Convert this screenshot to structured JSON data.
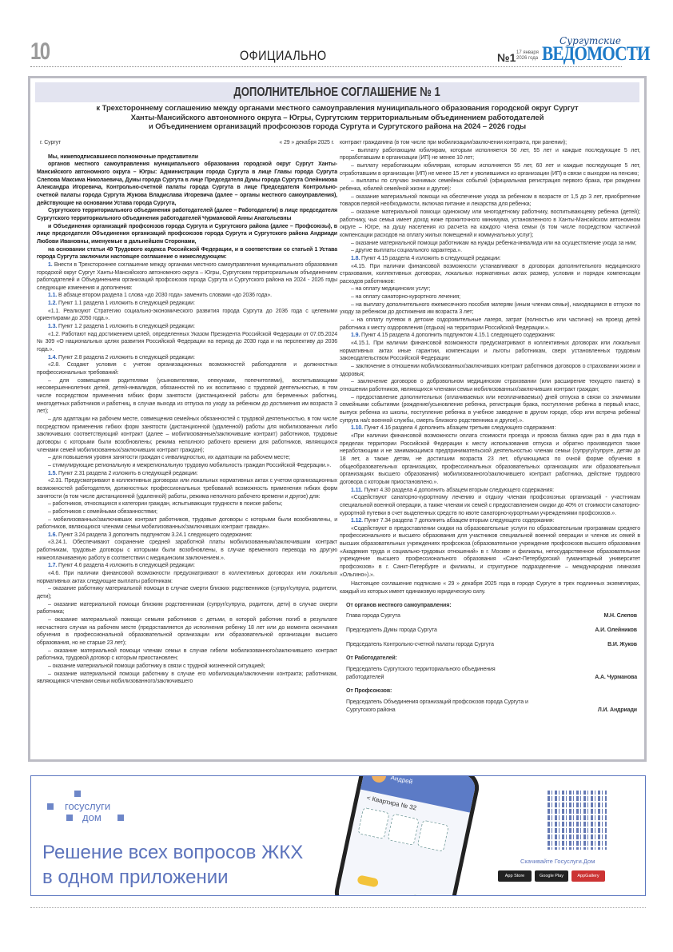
{
  "header": {
    "page_number": "10",
    "section": "ОФИЦИАЛЬНО",
    "issue": "№1",
    "issue_date": "17 января 2026 года",
    "logo_top": "Сургутские",
    "logo_main": "ВЕДОМОСТИ"
  },
  "doc": {
    "title": "ДОПОЛНИТЕЛЬНОЕ СОГЛАШЕНИЕ № 1",
    "subtitle": [
      "к Трехстороннему соглашению между органами местного самоуправления муниципального образования городской округ Сургут",
      "Ханты-Мансийского автономного округа – Югры, Сургутским территориальным объединением работодателей",
      "и Объединением организаций профсоюзов города Сургута и Сургутского района на 2024 – 2026 годы"
    ],
    "city": "г. Сургут",
    "date": "« 29 » декабря 2025 г.",
    "left": [
      {
        "t": "b",
        "x": "Мы, нижеподписавшиеся полномочные представители"
      },
      {
        "t": "b",
        "x": "органов местного самоуправления муниципального образования городской округ Сургут Ханты-Мансийского автономного округа – Югры: Администрации города Сургута в лице Главы города Сургута Слепова Максима Николаевича, Думы города Сургута в лице Председателя Думы города Сургута Олейникова Александра Игоревича, Контрольно-счетной палаты города Сургута в лице Председателя Контрольно-счетной палаты города Сургута Жукова Владислава Игоревича (далее – органы местного самоуправления), действующие на основании Устава города Сургута,"
      },
      {
        "t": "b",
        "x": "Сургутского территориального объединения работодателей (далее – Работодатели) в лице председателя Сургутского территориального объединения работодателей Чурмановой Анны Анатольевны"
      },
      {
        "t": "b",
        "x": "и Объединения организаций профсоюзов города Сургута и Сургутского района (далее – Профсоюзы), в лице председателя Объединения организаций профсоюзов города Сургута и Сургутского района Андриади Любови Ивановны, именуемые в дальнейшем Сторонами,"
      },
      {
        "t": "b",
        "x": "на основании статьи 49 Трудового кодекса Российской Федерации, и в соответствии со статьей 1 Устава города Сургута заключили настоящее соглашение о нижеследующем:"
      },
      {
        "t": "n",
        "n": "1.",
        "x": "Внести в Трехстороннее соглашение между органами местного самоуправления муниципального образования городской округ Сургут Ханты-Мансийского автономного округа – Югры, Сургутским территориальным объединением работодателей и Объединением организаций профсоюзов города Сургута и Сургутского района на 2024 - 2026 годы следующие изменения и дополнения:"
      },
      {
        "t": "n",
        "n": "1.1.",
        "x": "В абзаце втором раздела 1 слова «до 2030 года» заменить словами «до 2036 года»."
      },
      {
        "t": "n",
        "n": "1.2.",
        "x": "Пункт 1.1 раздела 1 изложить в следующей редакции:"
      },
      {
        "t": "n",
        "x": "«1.1. Реализуют Стратегию социально-экономического развития города Сургута до 2036 года с целевыми ориентирами до 2050 года.»."
      },
      {
        "t": "n",
        "n": "1.3.",
        "x": "Пункт 1.2 раздела 1 изложить в следующей редакции:"
      },
      {
        "t": "n",
        "x": "«1.2. Работают над достижением целей, определенных Указом Президента Российской Федерации от 07.05.2024 № 309 «О национальных целях развития Российской Федерации на период до 2030 года и на перспективу до 2036 года.»."
      },
      {
        "t": "n",
        "n": "1.4.",
        "x": "Пункт 2.8 раздела 2 изложить в следующей редакции:"
      },
      {
        "t": "n",
        "x": "«2.8. Создают условия с учетом организационных возможностей работодателя и должностных профессиональных требований:"
      },
      {
        "t": "n",
        "x": "– для совмещения родителями (усыновителями, опекунами, попечителями), воспитывающими несовершеннолетних детей, детей-инвалидов, обязанностей по их воспитанию с трудовой деятельностью, в том числе посредством применения гибких форм занятости (дистанционной работы для беременных работниц, многодетных работников и работниц, в случае выхода из отпуска по уходу за ребенком до достижения им возраста 3 лет);"
      },
      {
        "t": "n",
        "x": "– для адаптации на рабочем месте, совмещения семейных обязанностей с трудовой деятельностью, в том числе посредством применения гибких форм занятости (дистанционной (удаленной) работы для мобилизованных либо заключивших соответствующий контракт (далее – мобилизованные/заключившие контракт) работников, трудовые договоры с которыми были возобновлены; режима неполного рабочего времени для работников, являющихся членами семей мобилизованных/заключивших контракт граждан);"
      },
      {
        "t": "n",
        "x": "– для повышения уровня занятости граждан с инвалидностью, их адаптации на рабочем месте;"
      },
      {
        "t": "n",
        "x": "– стимулирующие региональную и межрегиональную трудовую мобильность граждан Российской Федерации.»."
      },
      {
        "t": "n",
        "n": "1.5.",
        "x": "Пункт 2.31 раздела 2 изложить в следующей редакции:"
      },
      {
        "t": "n",
        "x": "«2.31. Предусматривают в коллективных договорах или локальных нормативных актах с учетом организационных возможностей работодателя, должностных профессиональных требований возможность применения гибких форм занятости (в том числе дистанционной (удаленной) работы, режима неполного рабочего времени и другое) для:"
      },
      {
        "t": "n",
        "x": "– работников, относящихся к категории граждан, испытывающих трудности в поиске работы;"
      },
      {
        "t": "n",
        "x": "– работников с семейными обязанностями;"
      },
      {
        "t": "n",
        "x": "– мобилизованных/заключивших контракт работников, трудовые договоры с которыми были возобновлены, и работников, являющихся членами семьи мобилизованных/заключивших контракт граждан»."
      },
      {
        "t": "n",
        "n": "1.6.",
        "x": "Пункт 3.24 раздела 3 дополнить подпунктом 3.24.1 следующего содержания:"
      },
      {
        "t": "n",
        "x": "«3.24.1. Обеспечивают сохранение средней заработной платы мобилизованным/заключившим контракт работникам, трудовые договоры с которыми были возобновлены, в случае временного перевода на другую нижеоплачиваемую работу в соответствии с медицинским заключением.»."
      },
      {
        "t": "n",
        "n": "1.7.",
        "x": "Пункт 4.6 раздела 4 изложить в следующей редакции:"
      },
      {
        "t": "n",
        "x": "«4.6. При наличии финансовой возможности предусматривают в коллективных договорах или локальных нормативных актах следующие выплаты работникам:"
      },
      {
        "t": "n",
        "x": "– оказание работнику материальной помощи в случае смерти близких родственников (супруг/супруга, родители, дети);"
      },
      {
        "t": "n",
        "x": "– оказание материальной помощи близким родственникам (супруг/супруга, родители, дети) в случае смерти работника;"
      },
      {
        "t": "n",
        "x": "– оказание материальной помощи семьям работников с детьми, в которой работник погиб в результате несчастного случая на рабочем месте (предоставляется до исполнения ребенку 18 лет или до момента окончания обучения в профессиональной образовательной организации или образовательной организации высшего образования, но не старше 23 лет);"
      },
      {
        "t": "n",
        "x": "– оказание материальной помощи членам семьи в случае гибели мобилизованного/заключившего контракт работника, трудовой договор с которым приостановлен;"
      },
      {
        "t": "n",
        "x": "– оказание материальной помощи работнику в связи с трудной жизненной ситуацией;"
      },
      {
        "t": "n",
        "x": "– оказание материальной помощи работнику в случае его мобилизации/заключении контракта; работникам, являющимся членами семьи мобилизованного/заключившего"
      }
    ],
    "right": [
      {
        "t": "ni",
        "x": "контракт гражданина (в том числе при мобилизации/заключении контракта, при ранении);"
      },
      {
        "t": "n",
        "x": "– выплату работающим юбилярам, которым исполняется 50 лет, 55 лет и каждые последующие 5 лет, проработавшим в организации (ИП) не менее 10 лет;"
      },
      {
        "t": "n",
        "x": "– выплату неработающим юбилярам, которым исполняется 55 лет, 60 лет и каждые последующие 5 лет, отработавшим в организации (ИП) не менее 15 лет и уволившимся из организации (ИП) в связи с выходом на пенсию;"
      },
      {
        "t": "n",
        "x": "– выплаты по случаю значимых семейных событий (официальная регистрация первого брака, при рождении ребенка, юбилей семейной жизни и другое):"
      },
      {
        "t": "n",
        "x": "– оказание материальной помощи на обеспечение ухода за ребенком в возрасте от 1,5 до 3 лет, приобретение товаров первой необходимости, включая питание и лекарства для ребенка;"
      },
      {
        "t": "n",
        "x": "– оказание материальной помощи одинокому или многодетному работнику, воспитывающему ребенка (детей); работнику, чья семья имеет доход ниже прожиточного минимума, установленного в Ханты-Мансийском автономном округе – Югре, на душу населения из расчета на каждого члена семьи (в том числе посредством частичной компенсации расходов на оплату жилых помещений и коммунальных услуг);"
      },
      {
        "t": "n",
        "x": "– оказание материальной помощи работникам на нужды ребенка-инвалида или на осуществление ухода за ним;"
      },
      {
        "t": "n",
        "x": "– другие выплаты социального характера.»."
      },
      {
        "t": "n",
        "n": "1.8.",
        "x": "Пункт 4.15 раздела 4 изложить в следующей редакции:"
      },
      {
        "t": "n",
        "x": "«4.15. При наличии финансовой возможности устанавливают в договорах дополнительного медицинского страхования, коллективных договорах, локальных нормативных актах размер, условия и порядок компенсации расходов работников:"
      },
      {
        "t": "n",
        "x": "– на оплату медицинских услуг;"
      },
      {
        "t": "n",
        "x": "– на оплату санаторно-курортного лечения;"
      },
      {
        "t": "n",
        "x": "– на выплату дополнительного ежемесячного пособия матерям (иным членам семьи), находящимся в отпуске по уходу за ребенком до достижения им возраста 3 лет;"
      },
      {
        "t": "n",
        "x": "– на оплату путевок в детские оздоровительные лагеря, затрат (полностью или частично) на проезд детей работника к месту оздоровления (отдыха) на территории Российской Федерации.»."
      },
      {
        "t": "n",
        "n": "1.9.",
        "x": "Пункт 4.15 раздела 4 дополнить подпунктом 4.15.1 следующего содержания:"
      },
      {
        "t": "n",
        "x": "«4.15.1. При наличии финансовой возможности предусматривают в коллективных договорах или локальных нормативных актах иные гарантии, компенсации и льготы работникам, сверх установленных трудовым законодательством Российской Федерации:"
      },
      {
        "t": "n",
        "x": "– заключение в отношении мобилизованных/заключивших контракт работников договоров о страховании жизни и здоровья;"
      },
      {
        "t": "n",
        "x": "– заключение договоров о добровольном медицинском страховании (или расширение текущего пакета) в отношении работников, являющихся членами семьи мобилизованных/заключивших контракт граждан;"
      },
      {
        "t": "n",
        "x": "– предоставление дополнительных (оплачиваемых или неоплачиваемых) дней отпуска в связи со значимыми семейными событиями (рождение/усыновление ребенка, регистрация брака, поступление ребенка в первый класс, выпуск ребенка из школы, поступление ребенка в учебное заведение в другом городе, сбор или встреча ребенка/супруга на/с военной службы, смерть близкого родственника и другое).»."
      },
      {
        "t": "n",
        "n": "1.10.",
        "x": "Пункт 4.16 раздела 4 дополнить абзацем третьим следующего содержания:"
      },
      {
        "t": "n",
        "x": "«При наличии финансовой возможности оплата стоимости проезда и провоза багажа один раз в два года в пределах территории Российской Федерации к месту использования отпуска и обратно производится также неработающим и не занимающимся предпринимательской деятельностью членам семьи (супругу/супруге, детям до 18 лет, а также детям, не достигшим возраста 23 лет, обучающимся по очной форме обучения в общеобразовательных организациях, профессиональных образовательных организациях или образовательных организациях высшего образования) мобилизованного/заключившего контракт работника, действие трудового договора с которым приостановлено.»."
      },
      {
        "t": "n",
        "n": "1.11.",
        "x": "Пункт 4.30 раздела 4 дополнить абзацем вторым следующего содержания:"
      },
      {
        "t": "n",
        "x": "«Содействуют санаторно-курортному лечению и отдыху членам профсоюзных организаций - участникам специальной военной операции, а также членам их семей с предоставлением скидки до 40% от стоимости санаторно-курортной путевки в счет выделенных средств по квоте санаторно-курортными учреждениями профсоюзов.»."
      },
      {
        "t": "n",
        "n": "1.12.",
        "x": "Пункт 7.34 раздела 7 дополнить абзацем вторым следующего содержания:"
      },
      {
        "t": "n",
        "x": "«Содействуют в предоставлении скидки на образовательные услуги по образовательным программам среднего профессионального и высшего образования для участников специальной военной операции и членов их семей в высших образовательных учреждениях профсоюза (образовательное учреждение профсоюзов высшего образования «Академия труда и социально-трудовых отношений» в г. Москве и филиалы, негосударственное образовательное учреждение высшего профессионального образования «Санкт-Петербургский гуманитарный университет профсоюзов» в г. Санкт-Петербурге и филиалы, и структурное подразделение – международная гимназия «Ольгино»).»."
      },
      {
        "t": "n",
        "g": true,
        "x": "Настоящее соглашение подписано « 29 » декабря 2025 года в городе Сургуте в трех подлинных экземплярах, каждый из которых имеет одинаковую юридическую силу."
      }
    ],
    "signatures": [
      {
        "head": "От органов местного самоуправления:",
        "rows": [
          {
            "role": "Глава города Сургута",
            "name": "М.Н. Слепов"
          },
          {
            "role": "Председатель Думы города Сургута",
            "name": "А.И. Олейников"
          },
          {
            "role": "Председатель Контрольно-счетной палаты города Сургута",
            "name": "В.И. Жуков"
          }
        ]
      },
      {
        "head": "От Работодателей:",
        "rows": [
          {
            "role": "Председатель Сургутского территориального объединения работодателей",
            "name": "А.А. Чурманова"
          }
        ]
      },
      {
        "head": "От Профсоюзов:",
        "rows": [
          {
            "role": "Председатель Объединения организаций профсоюзов города Сургута и Сургутского района",
            "name": "Л.И. Андриади"
          }
        ]
      }
    ]
  },
  "ad": {
    "brand_1": "госуслуги",
    "brand_2": "дом",
    "slogan_1": "Решение всех вопросов ЖКХ",
    "slogan_2": "в одном приложении",
    "phone_user": "Андрей",
    "phone_apartment": "< Квартира № 32",
    "download": "Скачивайте Госуслуги.Дом",
    "stores": [
      "App Store",
      "Google Play",
      "AppGallery"
    ],
    "accent": "#5d74bc"
  }
}
